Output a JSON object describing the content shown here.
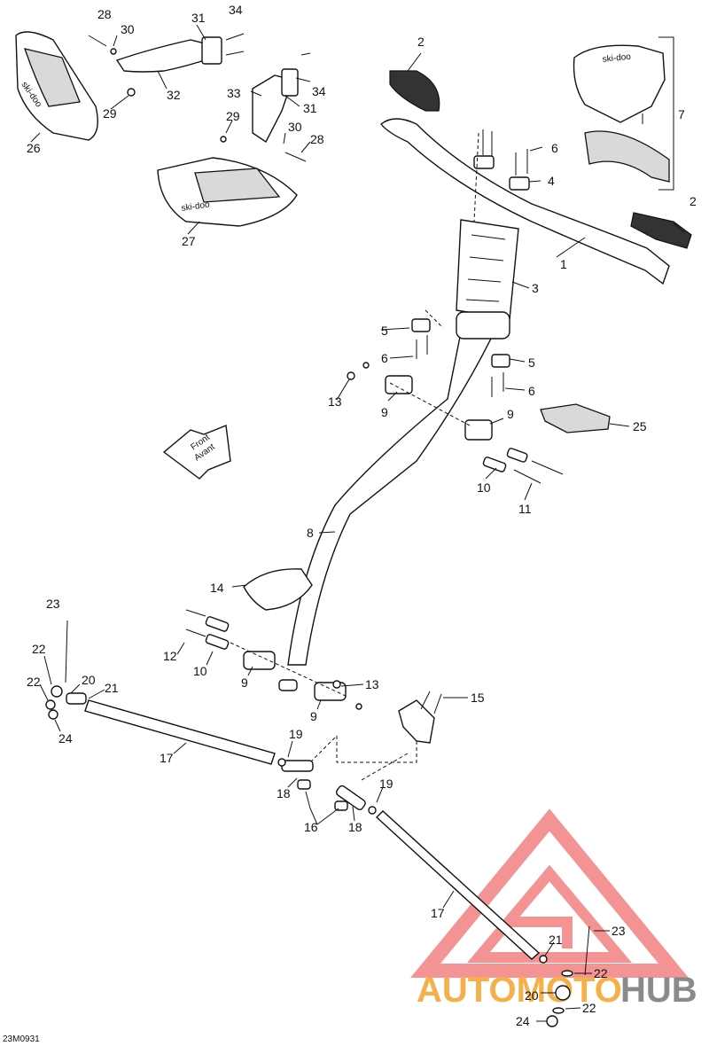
{
  "drawing_code": "23M0931",
  "front_arrow": {
    "line1": "Front",
    "line2": "Avant"
  },
  "handguard_brand": "ski-doo",
  "pad_brand": "ski-doo",
  "watermark": {
    "part1": "AUTOMOTO",
    "part2": "HUB",
    "color_red": "#f07070",
    "color_orange": "#f5b04a",
    "color_grey": "#8a8a8a"
  },
  "callouts": {
    "c28a": "28",
    "c30a": "30",
    "c31a": "31",
    "c34a": "34",
    "c32": "32",
    "c29a": "29",
    "c26": "26",
    "c33": "33",
    "c34b": "34",
    "c31b": "31",
    "c29b": "29",
    "c30b": "30",
    "c28b": "28",
    "c27": "27",
    "c2a": "2",
    "c7": "7",
    "c6a": "6",
    "c4": "4",
    "c2b": "2",
    "c1": "1",
    "c3": "3",
    "c5a": "5",
    "c6b": "6",
    "c5b": "5",
    "c6c": "6",
    "c13a": "13",
    "c9a": "9",
    "c9b": "9",
    "c25": "25",
    "c10a": "10",
    "c11": "11",
    "c8": "8",
    "c14": "14",
    "c23a": "23",
    "c22a": "22",
    "c22b": "22",
    "c20a": "20",
    "c21a": "21",
    "c24a": "24",
    "c12": "12",
    "c10b": "10",
    "c9c": "9",
    "c9d": "9",
    "c13b": "13",
    "c15": "15",
    "c17a": "17",
    "c19a": "19",
    "c18a": "18",
    "c16": "16",
    "c18b": "18",
    "c19b": "19",
    "c17b": "17",
    "c21b": "21",
    "c23b": "23",
    "c22c": "22",
    "c20b": "20",
    "c22d": "22",
    "c24b": "24"
  }
}
